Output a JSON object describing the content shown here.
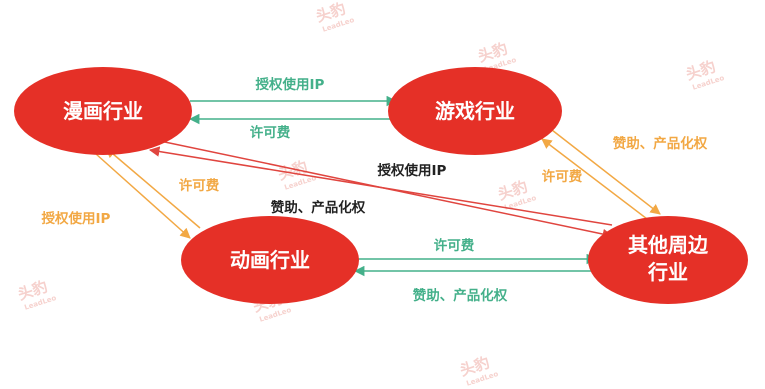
{
  "colors": {
    "node_fill": "#e53027",
    "node_text": "#ffffff",
    "green": "#44b08a",
    "orange": "#f2a844",
    "red_arrow": "#e0453f",
    "black": "#222222",
    "watermark": "#f3c2bd"
  },
  "nodes": {
    "manhua": "漫画行业",
    "youxi": "游戏行业",
    "donghua": "动画行业",
    "zhoubian_line1": "其他周边",
    "zhoubian_line2": "行业"
  },
  "edges": {
    "manhua_to_youxi": "授权使用IP",
    "youxi_to_manhua": "许可费",
    "youxi_zhoubian_top": "赞助、产品化权",
    "youxi_zhoubian_bottom": "许可费",
    "manhua_zhoubian": "授权使用IP",
    "zhoubian_manhua": "赞助、产品化权",
    "manhua_donghua_left": "授权使用IP",
    "manhua_donghua_right": "许可费",
    "donghua_to_zhoubian": "许可费",
    "zhoubian_to_donghua": "赞助、产品化权"
  },
  "watermark": {
    "logo_text": "头豹",
    "sub_text": "LeadLeo"
  }
}
